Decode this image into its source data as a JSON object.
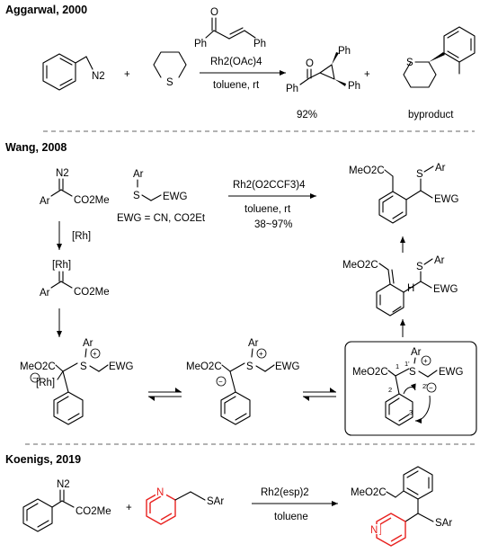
{
  "sections": [
    {
      "heading": "Aggarwal, 2000",
      "reactant_1_label": "N2",
      "reactant_2_label": "S",
      "reagent_1_labels": [
        "O",
        "Ph",
        "Ph"
      ],
      "conditions": [
        "Rh2(OAc)4",
        "toluene, rt"
      ],
      "product_labels": [
        "O",
        "Ph",
        "Ph",
        "Ph"
      ],
      "byproduct_label": "S",
      "plus_signs": [
        "+",
        "+"
      ],
      "yield": "92%",
      "byproduct_caption": "byproduct"
    },
    {
      "heading": "Wang, 2008",
      "diazo_labels": [
        "N2",
        "Ar",
        "CO2Me"
      ],
      "sulfide_labels": [
        "Ar",
        "S",
        "EWG"
      ],
      "ewg_note": "EWG = CN, CO2Et",
      "conditions": [
        "Rh2(O2CCF3)4",
        "toluene, rt",
        "38~97%"
      ],
      "rh_step_label": "[Rh]",
      "carbenoid_labels": [
        "[Rh]",
        "Ar",
        "CO2Me"
      ],
      "ylide_rh_labels": [
        "MeO2C",
        "Ar",
        "S",
        "+",
        "EWG",
        "[Rh]",
        "−"
      ],
      "ylide_labels": [
        "MeO2C",
        "Ar",
        "S",
        "+",
        "EWG",
        "−"
      ],
      "boxed_ylide_labels": [
        "MeO2C",
        "Ar",
        "S",
        "+",
        "EWG",
        "−",
        "1",
        "1'",
        "2",
        "2'",
        "3"
      ],
      "rearranged_labels": [
        "MeO2C",
        "H",
        "S",
        "Ar",
        "EWG"
      ],
      "product_labels": [
        "MeO2C",
        "S",
        "Ar",
        "EWG"
      ]
    },
    {
      "heading": "Koenigs, 2019",
      "diazo_labels": [
        "N2",
        "CO2Me"
      ],
      "pyridine_labels": [
        "N",
        "SAr"
      ],
      "plus_sign": "+",
      "conditions": [
        "Rh2(esp)2",
        "toluene"
      ],
      "product_labels": [
        "MeO2C",
        "N",
        "SAr"
      ]
    }
  ],
  "colors": {
    "highlight": "#e8211f",
    "separator": "#666666",
    "text": "#000000"
  }
}
